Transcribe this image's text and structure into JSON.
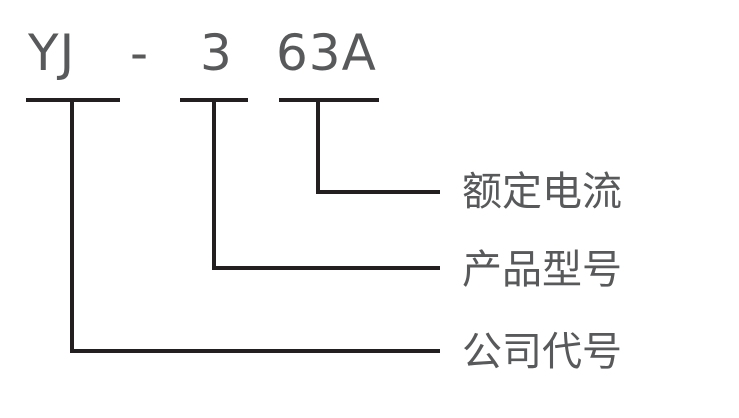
{
  "code": {
    "part1": "YJ",
    "dash": "-",
    "part2": "3",
    "part3": "63A"
  },
  "labels": {
    "rated_current": "额定电流",
    "product_model": "产品型号",
    "company_code": "公司代号"
  },
  "colors": {
    "text": "#58595b",
    "lines": "#231f20"
  }
}
